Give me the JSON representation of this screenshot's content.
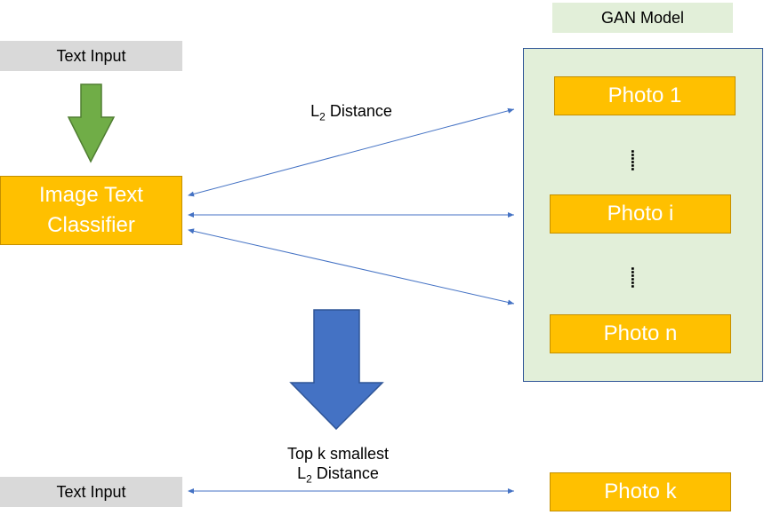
{
  "inputs": {
    "top_text_input": "Text Input",
    "bottom_text_input": "Text Input"
  },
  "classifier": {
    "line1": "Image Text",
    "line2": "Classifier"
  },
  "gan": {
    "title": "GAN Model",
    "photos": [
      "Photo 1",
      "Photo i",
      "Photo n"
    ],
    "ellipsis": "......"
  },
  "distance_label": {
    "prefix": "L",
    "subscript": "2",
    "suffix": " Distance"
  },
  "result": {
    "line1": "Top k smallest",
    "prefix": "L",
    "subscript": "2",
    "suffix": " Distance",
    "photo": "Photo k"
  },
  "colors": {
    "orange_fill": "#ffc000",
    "green_arrow": "#70ad47",
    "blue_arrow": "#4472c4",
    "connector": "#4472c4",
    "panel_fill": "#e2efd9",
    "panel_border": "#2f5597",
    "gray_fill": "#d9d9d9"
  }
}
